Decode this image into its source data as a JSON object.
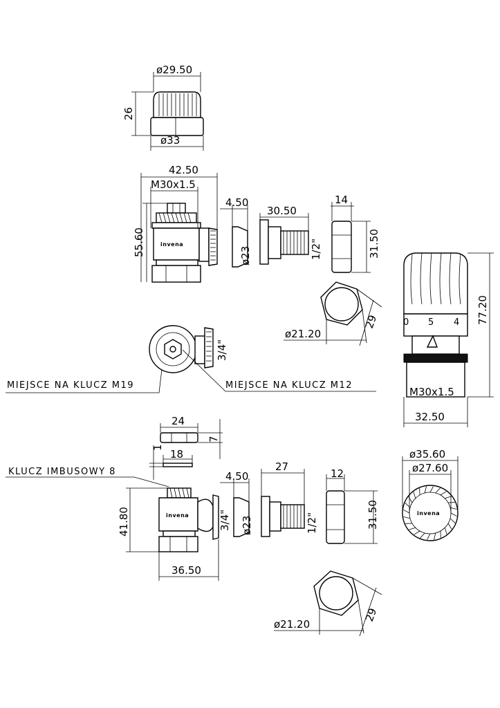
{
  "dimensions": {
    "cap_diameter_top": "ø29.50",
    "cap_height": "26",
    "cap_diameter_bottom": "ø33",
    "valve_width": "42.50",
    "valve_thread": "M30x1.5",
    "valve_height": "55.60",
    "ring_width": "4.50",
    "ring_diameter": "ø23",
    "tail_length": "30.50",
    "tail_thread": "1/2\"",
    "nut_width": "14",
    "nut_height": "31.50",
    "hex_across_flats": "29",
    "hex_diameter": "ø21.20",
    "side_thread": "3/4\"",
    "head_height": "77.20",
    "head_dial": [
      "0",
      "5",
      "4"
    ],
    "head_thread": "M30x1.5",
    "head_base_width": "32.50",
    "plug_width": "24",
    "plug_height": "7",
    "washer_width": "18",
    "washer_height": "1",
    "angle_valve_height": "41.80",
    "angle_valve_width": "36.50",
    "ring2_width": "4.50",
    "ring2_diameter": "ø23",
    "tail2_length": "27",
    "tail2_thread": "1/2\"",
    "nut2_width": "12",
    "nut2_height": "31.50",
    "side2_thread": "3/4\"",
    "knob_outer_diameter": "ø35.60",
    "knob_inner_diameter": "ø27.60",
    "hex2_across_flats": "29",
    "hex2_diameter": "ø21.20"
  },
  "labels": {
    "wrench_m19": "MIEJSCE NA KLUCZ M19",
    "wrench_m12": "MIEJSCE NA KLUCZ M12",
    "hex_key": "KLUCZ IMBUSOWY 8",
    "brand": "invena"
  }
}
